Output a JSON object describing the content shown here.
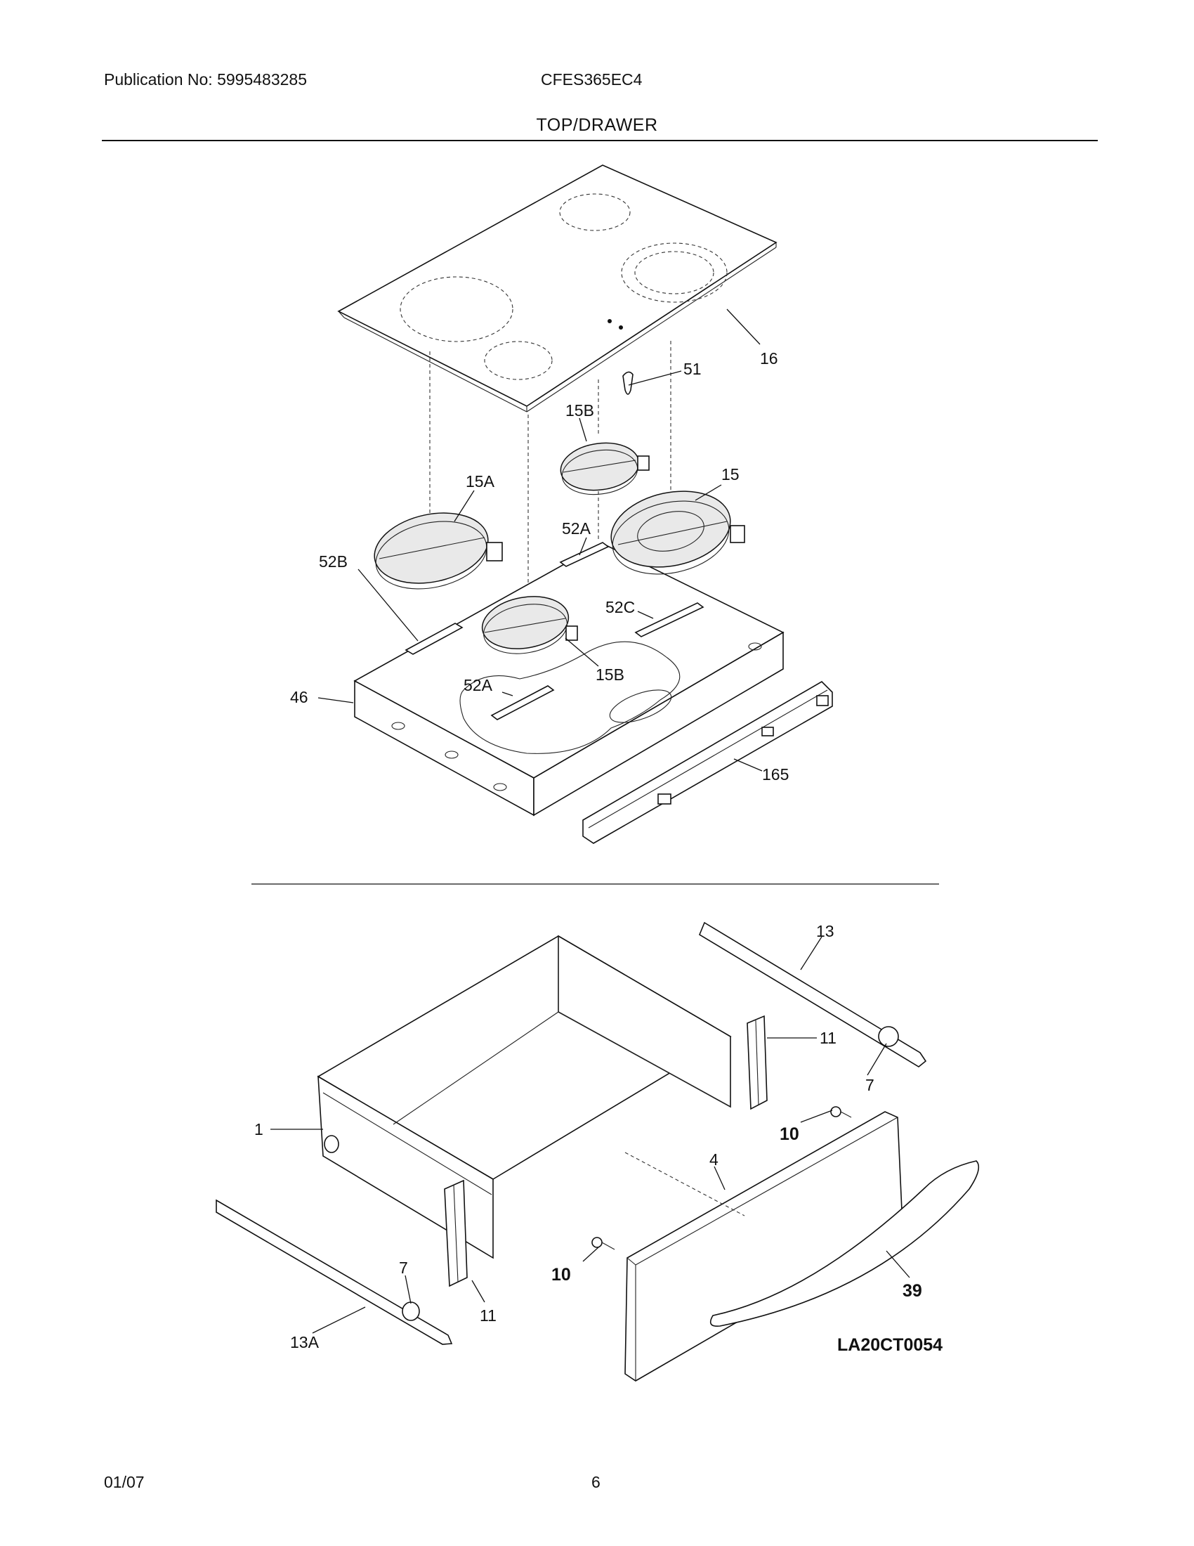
{
  "header": {
    "publication": "Publication No: 5995483285",
    "model": "CFES365EC4",
    "section_title": "TOP/DRAWER"
  },
  "callouts": {
    "top_glass": "16",
    "sensor": "51",
    "element_small_rear": "15B",
    "element_large_right": "15",
    "element_left": "15A",
    "bracket_a_rear": "52A",
    "bracket_b": "52B",
    "bracket_c": "52C",
    "element_small_front": "15B",
    "bracket_a_front": "52A",
    "main_top": "46",
    "rear_bracket": "165",
    "drawer_body": "1",
    "rail_right": "13",
    "bracket_right": "11",
    "roller_right": "7",
    "screw_right": "10",
    "drawer_front": "4",
    "rail_left": "13A",
    "roller_left": "7",
    "bracket_left": "11",
    "screw_left": "10",
    "handle": "39"
  },
  "diagram_code": "LA20CT0054",
  "footer": {
    "date": "01/07",
    "page": "6"
  }
}
